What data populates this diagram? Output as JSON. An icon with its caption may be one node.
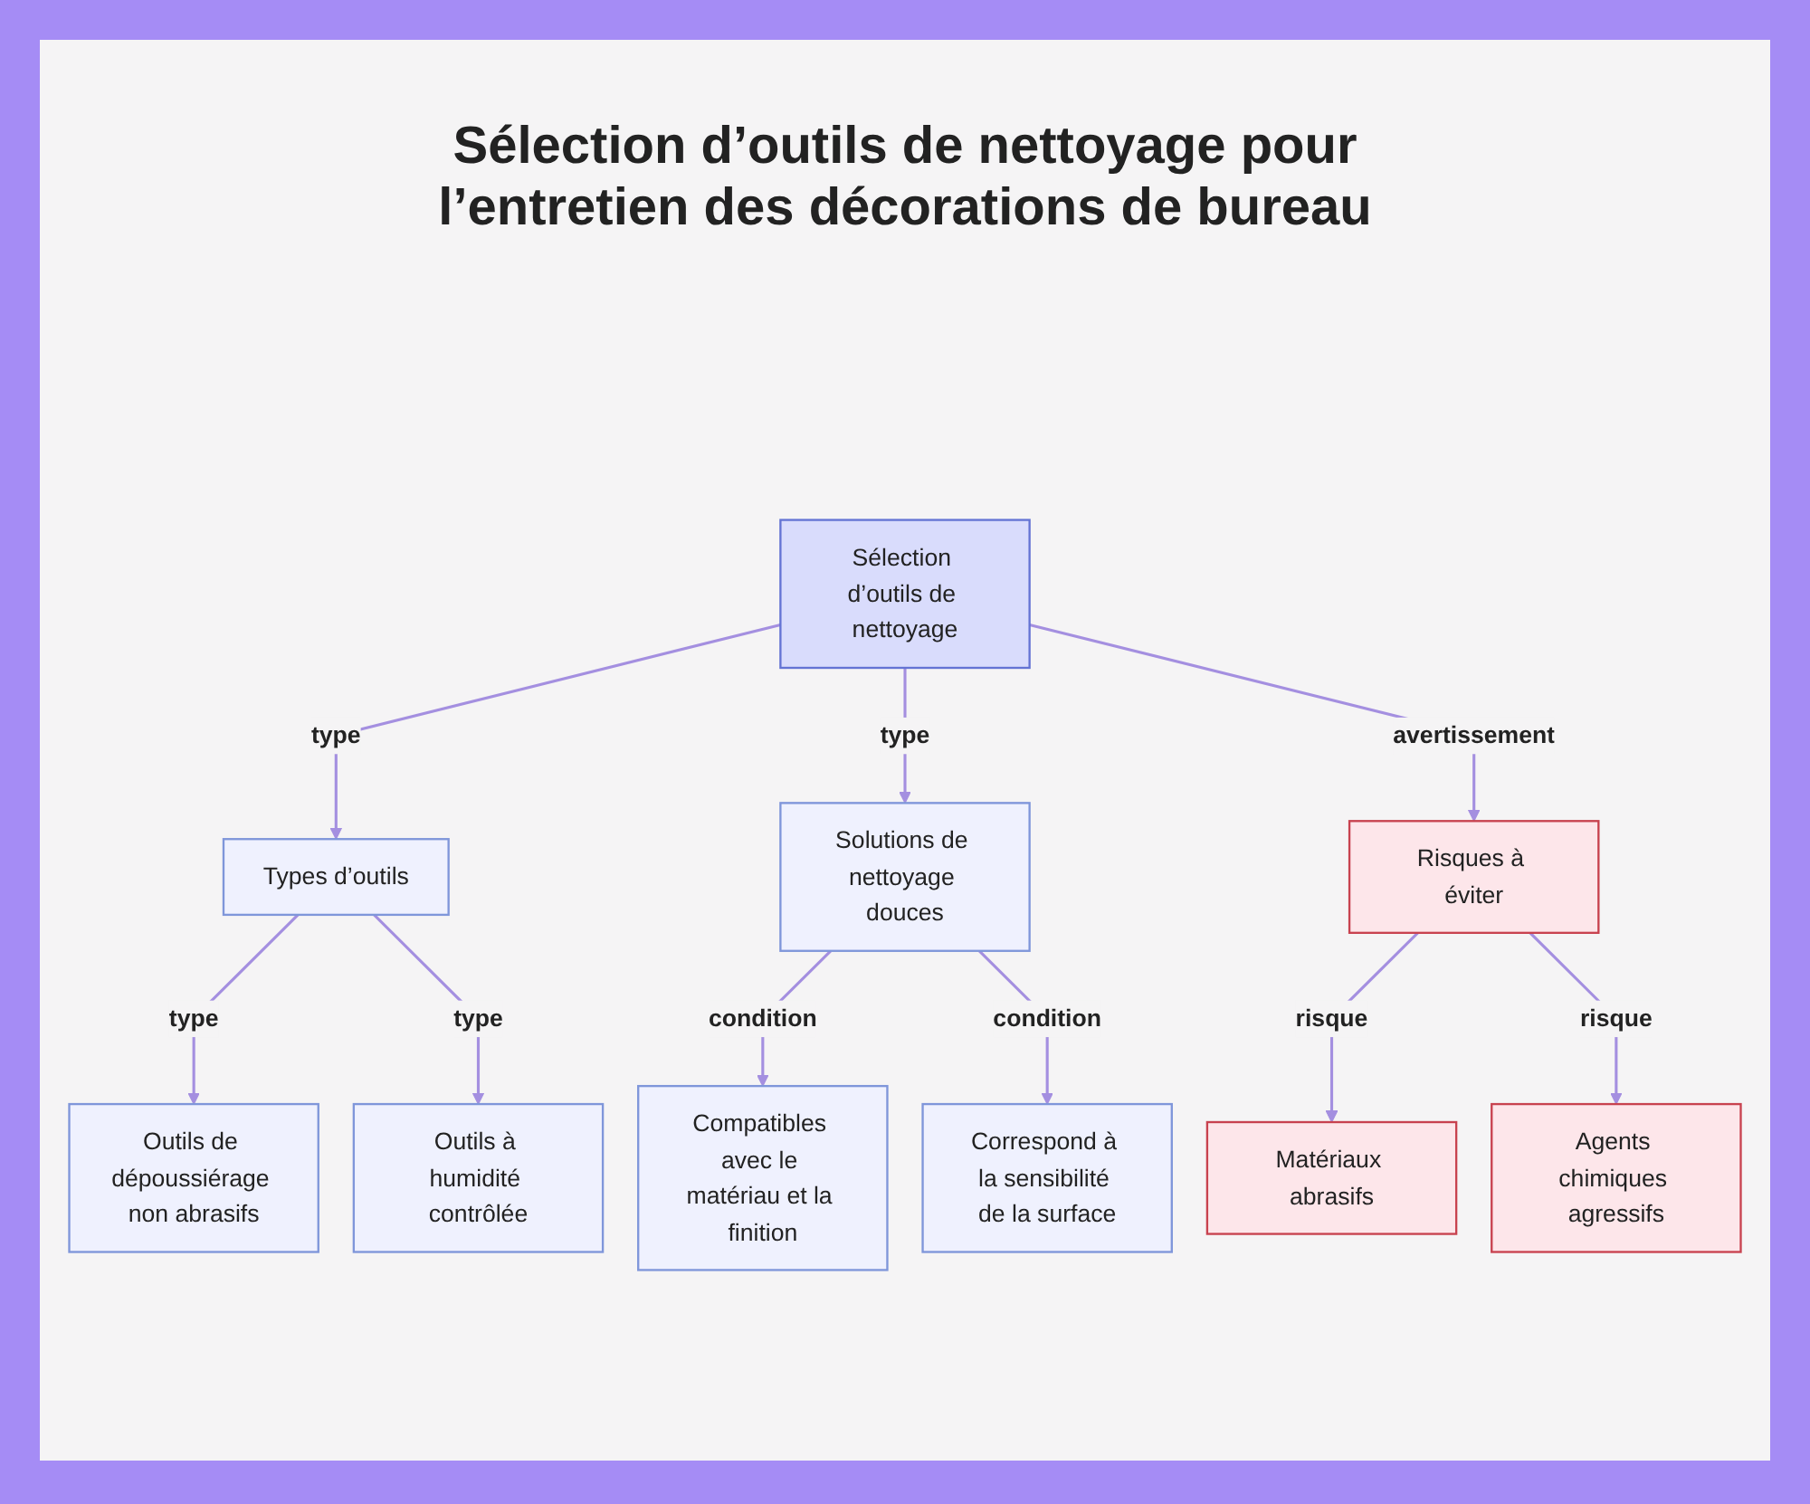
{
  "diagram": {
    "title": "Sélection d’outils de nettoyage pour l’entretien des décorations de bureau",
    "nodes": [
      {
        "text": [
          "Sélection d’outils de nettoyage"
        ]
      },
      {
        "text": [
          "Types d’outils"
        ]
      },
      {
        "text": [
          "Solutions de nettoyage douces"
        ]
      },
      {
        "text": [
          "Risques à éviter"
        ]
      },
      {
        "text": [
          "Outils de dépoussiérage non abrasifs"
        ]
      },
      {
        "text": [
          "Outils à humidité contrôlée"
        ]
      },
      {
        "text": [
          "Compatibles avec le matériau et la finition"
        ]
      },
      {
        "text": [
          "Correspond à la sensibilité de la surface"
        ]
      },
      {
        "text": [
          "Matériaux abrasifs"
        ]
      },
      {
        "text": [
          "Agents chimiques agressifs"
        ]
      }
    ],
    "edges": [
      {
        "from": 0,
        "to": 1,
        "arrow": "to",
        "label": "type"
      },
      {
        "from": 0,
        "to": 2,
        "arrow": "to",
        "label": "type"
      },
      {
        "from": 0,
        "to": 3,
        "arrow": "to",
        "label": "avertissement"
      },
      {
        "from": 1,
        "to": 4,
        "arrow": "to",
        "label": "type"
      },
      {
        "from": 1,
        "to": 5,
        "arrow": "to",
        "label": "type"
      },
      {
        "from": 2,
        "to": 6,
        "arrow": "to",
        "label": "condition"
      },
      {
        "from": 2,
        "to": 7,
        "arrow": "to",
        "label": "condition"
      },
      {
        "from": 3,
        "to": 8,
        "arrow": "to",
        "label": "risque"
      },
      {
        "from": 3,
        "to": 9,
        "arrow": "to",
        "label": "risque"
      }
    ]
  }
}
